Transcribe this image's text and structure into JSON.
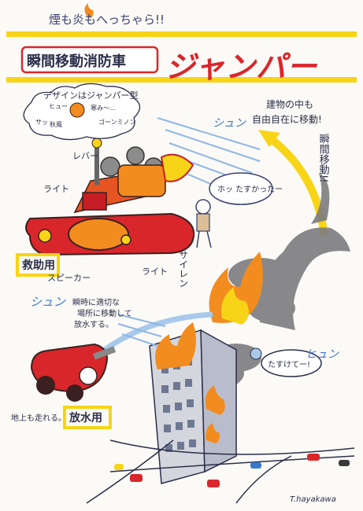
{
  "header": {
    "tagline": "煙も炎もへっちゃら!!",
    "title_box": "瞬間移動消防車",
    "title_big": "ジャンパー"
  },
  "callouts": {
    "design_note": "デザインはジャンパー型",
    "design_sub1": "ヒュー",
    "design_sub2": "寒み〜…",
    "design_sub3": "サッ",
    "design_sub4": "秋風",
    "design_sub5": "ゴーンミノン",
    "lever": "レバー",
    "light_top": "ライト",
    "speaker": "スピーカー",
    "light_bottom": "ライト",
    "siren": "サイレン",
    "shun_top": "シュン",
    "move_anywhere_1": "建物の中も",
    "move_anywhere_2": "自由自在に移動!",
    "teleport": "瞬間移動!!",
    "rescued_speech": "ホッ たすかったー",
    "rescue_label": "救助用",
    "shun_mid": "シュン",
    "water_note_1": "瞬時に適切な",
    "water_note_2": "場所に移動して",
    "water_note_3": "放水する。",
    "ground_note": "地上も走れる。",
    "water_label": "放水用",
    "hyun": "ヒュン",
    "help_speech": "たすけてー!",
    "signature": "T.hayakawa"
  },
  "colors": {
    "red": "#d9262b",
    "orange": "#f28c1e",
    "yellow": "#f7d417",
    "ink": "#2c2f4a",
    "smoke": "#7c7c80",
    "sky": "#a9c9ec"
  }
}
